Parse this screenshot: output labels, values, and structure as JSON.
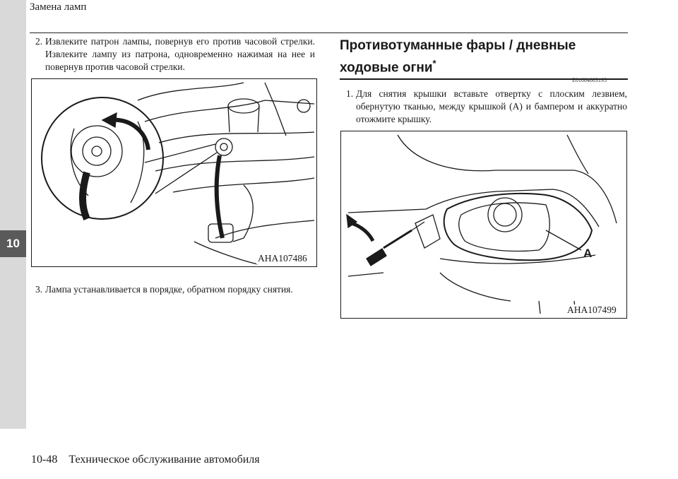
{
  "header": {
    "title": "Замена ламп"
  },
  "chapter_tab": "10",
  "left": {
    "step2": {
      "number": "2.",
      "text": "Извлеките патрон лампы, повернув его против часовой стрелки. Извлеките лампу из патрона, одновременно нажимая на нее и повернув против часовой стрелки."
    },
    "figure1_code": "AHA107486",
    "step3": {
      "number": "3.",
      "text": "Лампа устанавливается в порядке, обратном порядку снятия."
    }
  },
  "right": {
    "heading": "Противотуманные фары / дневные ходовые огни",
    "heading_mark": "*",
    "section_code": "E01004003195",
    "step1": {
      "number": "1.",
      "text": "Для снятия крышки вставьте отвертку с плоским лезвием, обернутую тканью, между крышкой (A) и бампером и аккуратно отожмите крышку."
    },
    "figure2_code": "AHA107499",
    "figure2_label": "A"
  },
  "footer": {
    "page": "10-48",
    "title": "Техническое обслуживание автомобиля"
  }
}
